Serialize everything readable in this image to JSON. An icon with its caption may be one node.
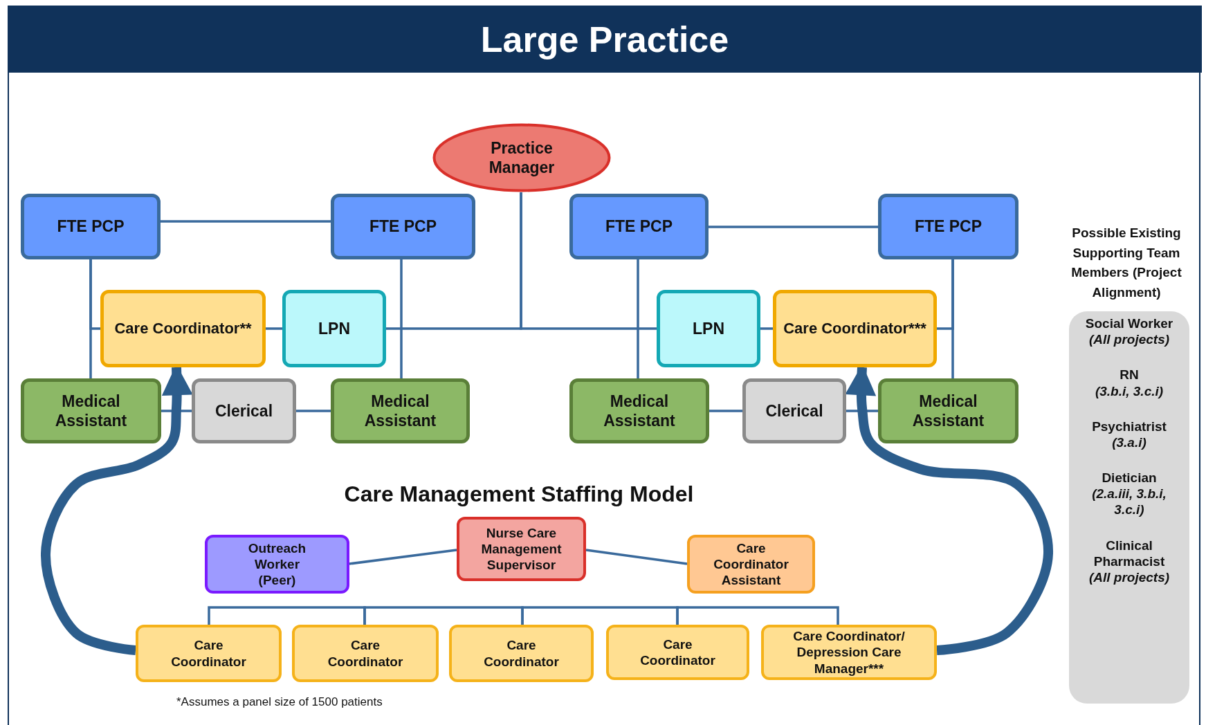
{
  "diagram": {
    "title": "Large Practice",
    "nodes": [
      {
        "text": [
          "Practice Manager"
        ]
      },
      {
        "text": [
          "FTE PCP"
        ]
      },
      {
        "text": [
          "FTE PCP"
        ]
      },
      {
        "text": [
          "FTE PCP"
        ]
      },
      {
        "text": [
          "FTE PCP"
        ]
      },
      {
        "text": [
          "Care Coordinator**"
        ]
      },
      {
        "text": [
          "LPN"
        ]
      },
      {
        "text": [
          "LPN"
        ]
      },
      {
        "text": [
          "Care Coordinator***"
        ]
      },
      {
        "text": [
          "Medical Assistant"
        ]
      },
      {
        "text": [
          "Clerical"
        ]
      },
      {
        "text": [
          "Medical Assistant"
        ]
      },
      {
        "text": [
          "Medical Assistant"
        ]
      },
      {
        "text": [
          "Clerical"
        ]
      },
      {
        "text": [
          "Medical Assistant"
        ]
      },
      {
        "text": [
          "Outreach Worker (Peer)"
        ]
      },
      {
        "text": [
          "Nurse Care Management Supervisor"
        ]
      },
      {
        "text": [
          "Care Coordinator Assistant"
        ]
      },
      {
        "text": [
          "Care Coordinator"
        ]
      },
      {
        "text": [
          "Care Coordinator"
        ]
      },
      {
        "text": [
          "Care Coordinator"
        ]
      },
      {
        "text": [
          "Care Coordinator"
        ]
      },
      {
        "text": [
          "Care Coordinator/ Depression Care Manager***"
        ]
      },
      {
        "text": [
          "Social Worker",
          "(All projects)",
          "RN",
          "(3.b.i,  3.c.i)",
          "Psychiatrist",
          "(3.a.i)",
          "Dietician",
          "(2.a.iii, 3.b.i,  3.c.i)",
          "Clinical Pharmacist",
          "(All projects)"
        ]
      }
    ],
    "edges": [
      {
        "from": 1,
        "to": 2,
        "arrow": "none"
      },
      {
        "from": 3,
        "to": 4,
        "arrow": "none"
      },
      {
        "from": 1,
        "to": 9,
        "arrow": "none"
      },
      {
        "from": 2,
        "to": 11,
        "arrow": "none"
      },
      {
        "from": 3,
        "to": 12,
        "arrow": "none"
      },
      {
        "from": 4,
        "to": 14,
        "arrow": "none"
      },
      {
        "from": 1,
        "to": 5,
        "arrow": "none"
      },
      {
        "from": 5,
        "to": 6,
        "arrow": "none"
      },
      {
        "from": 6,
        "to": 0,
        "arrow": "none"
      },
      {
        "from": 0,
        "to": 7,
        "arrow": "none"
      },
      {
        "from": 7,
        "to": 8,
        "arrow": "none"
      },
      {
        "from": 8,
        "to": 4,
        "arrow": "none"
      },
      {
        "from": 9,
        "to": 10,
        "arrow": "none"
      },
      {
        "from": 10,
        "to": 11,
        "arrow": "none"
      },
      {
        "from": 12,
        "to": 13,
        "arrow": "none"
      },
      {
        "from": 13,
        "to": 14,
        "arrow": "none"
      },
      {
        "from": 16,
        "to": 15,
        "arrow": "none"
      },
      {
        "from": 16,
        "to": 17,
        "arrow": "none"
      },
      {
        "from": 18,
        "to": 19,
        "arrow": "none"
      },
      {
        "from": 19,
        "to": 20,
        "arrow": "none"
      },
      {
        "from": 20,
        "to": 21,
        "arrow": "none"
      },
      {
        "from": 21,
        "to": 22,
        "arrow": "none"
      },
      {
        "from": 18,
        "to": 5,
        "arrow": "to",
        "style": "thick",
        "color": "#2c5d8c"
      },
      {
        "from": 22,
        "to": 8,
        "arrow": "to",
        "style": "thick",
        "color": "#2c5d8c"
      }
    ],
    "labels": [
      "Possible Existing Supporting Team Members (Project Alignment)",
      "Care Management Staffing Model",
      "*Assumes a panel size of 1500 patients"
    ]
  }
}
